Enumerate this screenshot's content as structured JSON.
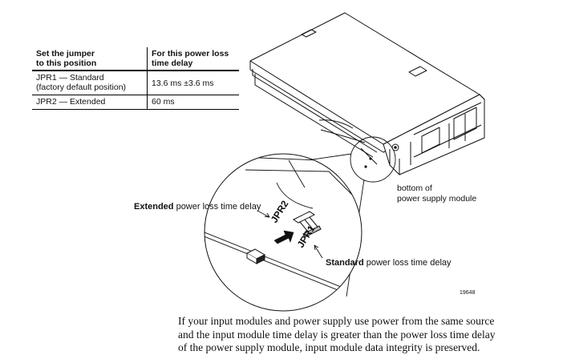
{
  "table": {
    "headers": [
      {
        "line1": "Set the jumper",
        "line2": "to this position"
      },
      {
        "line1": "For this power loss",
        "line2": "time delay"
      }
    ],
    "rows": [
      {
        "position_line1": "JPR1 — Standard",
        "position_line2": "(factory default position)",
        "delay": "13.6 ms ±3.6 ms"
      },
      {
        "position_line1": "JPR2 — Extended",
        "position_line2": "",
        "delay": "60 ms"
      }
    ]
  },
  "diagram": {
    "extended_bold": "Extended",
    "extended_rest": " power loss time delay",
    "standard_bold": "Standard",
    "standard_rest": " power loss time delay",
    "bottom_label_line1": "bottom of",
    "bottom_label_line2": "power supply module",
    "jpr2_silk": "JPR2",
    "jpr1_silk": "JPR1",
    "figure_number": "19648"
  },
  "paragraph": {
    "line1": "If your input modules and power supply use power from the same source",
    "line2": "and the input module time delay is greater than the power loss time delay",
    "line3": "of the power supply module, input module data integrity is preserved."
  }
}
